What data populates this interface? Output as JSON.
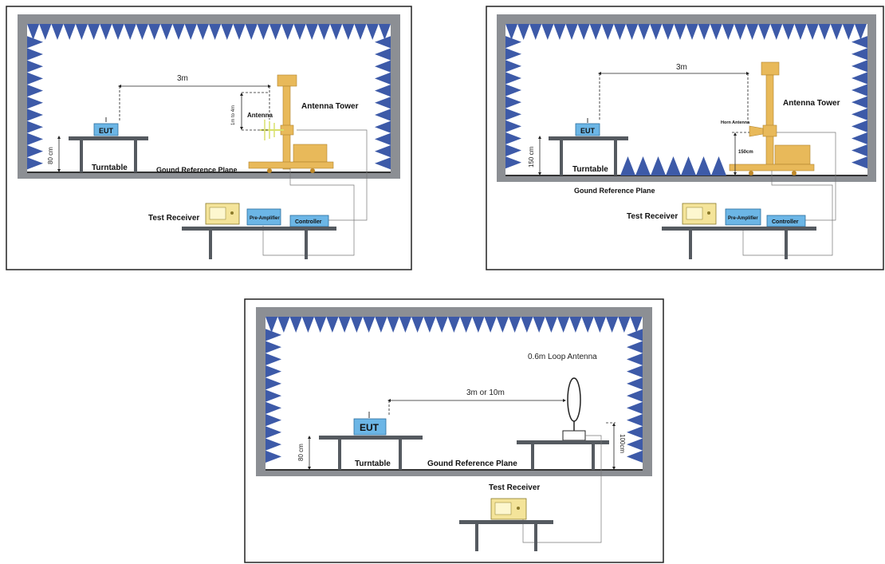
{
  "colors": {
    "chamber_wall": "#8c8f94",
    "absorber": "#3d5aa8",
    "eut_box": "#6cb6e6",
    "tower": "#e8b95a",
    "receiver": "#f4e49a",
    "table": "#555a60"
  },
  "diagram_1": {
    "distance": "3m",
    "height_range": "1m to 4m",
    "antenna": "Antenna",
    "antenna_tower": "Antenna Tower",
    "eut": "EUT",
    "table_height": "80 cm",
    "turntable": "Turntable",
    "ground_plane": "Gound Reference Plane",
    "test_receiver": "Test Receiver",
    "pre_amplifier": "Pre-Amplifier",
    "controller": "Controller"
  },
  "diagram_2": {
    "distance": "3m",
    "horn_antenna": "Horn Antenna",
    "antenna_tower": "Antenna Tower",
    "eut": "EUT",
    "table_height": "150 cm",
    "horn_height": "150cm",
    "turntable": "Turntable",
    "ground_plane": "Gound Reference Plane",
    "test_receiver": "Test Receiver",
    "pre_amplifier": "Pre-Amplifier",
    "controller": "Controller"
  },
  "diagram_3": {
    "loop_antenna": "0.6m Loop Antenna",
    "distance": "3m or 10m",
    "eut": "EUT",
    "table_height": "80 cm",
    "loop_height": "100cm",
    "turntable": "Turntable",
    "ground_plane": "Gound Reference Plane",
    "test_receiver": "Test Receiver"
  }
}
